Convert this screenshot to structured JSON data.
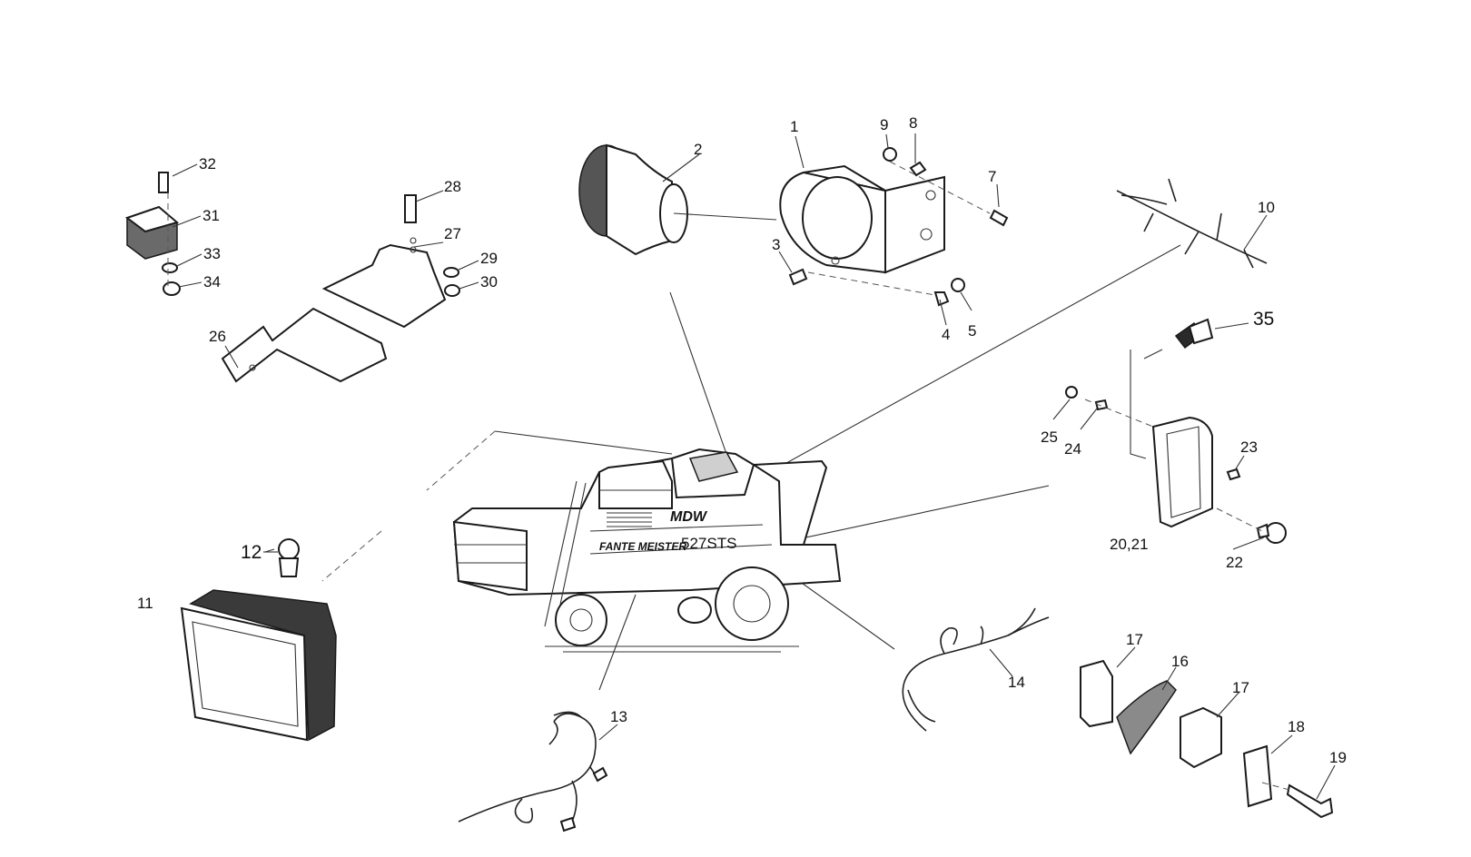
{
  "diagram": {
    "machine": {
      "brand_logo": "MDW",
      "name_plate": "FANTE MEISTER",
      "model": "527STS"
    },
    "callouts": [
      {
        "id": "1",
        "text": "1"
      },
      {
        "id": "2",
        "text": "2"
      },
      {
        "id": "3",
        "text": "3"
      },
      {
        "id": "4",
        "text": "4"
      },
      {
        "id": "5",
        "text": "5"
      },
      {
        "id": "7",
        "text": "7"
      },
      {
        "id": "8",
        "text": "8"
      },
      {
        "id": "9",
        "text": "9"
      },
      {
        "id": "10",
        "text": "10"
      },
      {
        "id": "11",
        "text": "11"
      },
      {
        "id": "12",
        "text": "12"
      },
      {
        "id": "13",
        "text": "13"
      },
      {
        "id": "14",
        "text": "14"
      },
      {
        "id": "16",
        "text": "16"
      },
      {
        "id": "17a",
        "text": "17"
      },
      {
        "id": "17b",
        "text": "17"
      },
      {
        "id": "18",
        "text": "18"
      },
      {
        "id": "19",
        "text": "19"
      },
      {
        "id": "20_21",
        "text": "20,21"
      },
      {
        "id": "22",
        "text": "22"
      },
      {
        "id": "23",
        "text": "23"
      },
      {
        "id": "24",
        "text": "24"
      },
      {
        "id": "25",
        "text": "25"
      },
      {
        "id": "26",
        "text": "26"
      },
      {
        "id": "27",
        "text": "27"
      },
      {
        "id": "28",
        "text": "28"
      },
      {
        "id": "29",
        "text": "29"
      },
      {
        "id": "30",
        "text": "30"
      },
      {
        "id": "31",
        "text": "31"
      },
      {
        "id": "32",
        "text": "32"
      },
      {
        "id": "33",
        "text": "33"
      },
      {
        "id": "34",
        "text": "34"
      },
      {
        "id": "35",
        "text": "35"
      }
    ]
  }
}
